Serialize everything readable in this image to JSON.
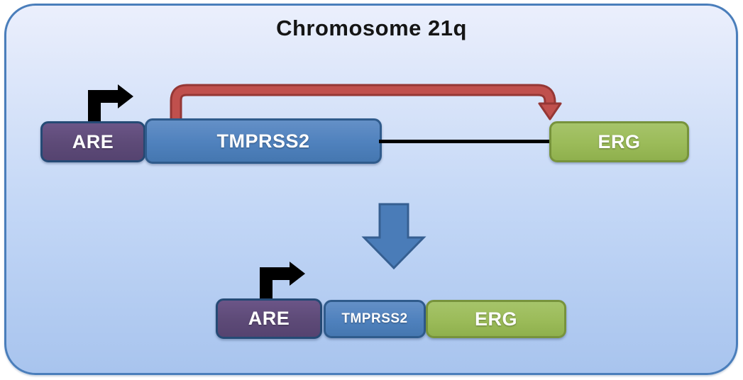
{
  "diagram": {
    "title": "Chromosome 21q",
    "top_row": {
      "are_label": "ARE",
      "tmprss2_label": "TMPRSS2",
      "erg_label": "ERG"
    },
    "bottom_row": {
      "are_label": "ARE",
      "tmprss2_label": "TMPRSS2",
      "erg_label": "ERG"
    },
    "icons": {
      "promoter_arrow_top": "bent-right-arrow-icon",
      "promoter_arrow_bottom": "bent-right-arrow-icon",
      "translocation_arrow": "curved-red-arrow-icon",
      "fusion_arrow": "down-arrow-icon"
    }
  },
  "colors": {
    "container_border": "#4a7ebb",
    "background_top": "#ebeffc",
    "background_bottom": "#a8c4ee",
    "are_fill": "#5d4a77",
    "are_border": "#254a75",
    "tmprss2_fill": "#4f81bd",
    "tmprss2_border": "#2f5b8c",
    "erg_fill": "#9bbb59",
    "erg_border": "#77933c",
    "translocation_arrow": "#c0504d",
    "translocation_arrow_border": "#953735",
    "down_arrow_fill": "#4a7cb8",
    "down_arrow_border": "#365f91",
    "promoter_arrow": "#000000"
  }
}
